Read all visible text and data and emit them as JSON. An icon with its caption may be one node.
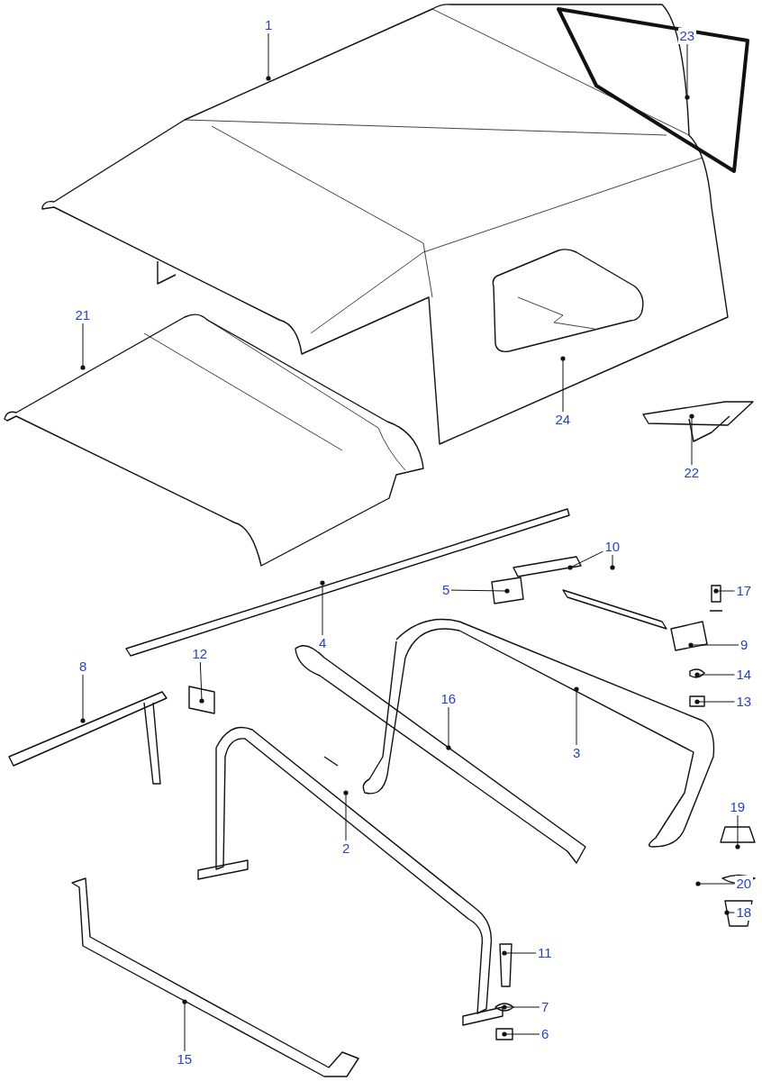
{
  "diagram": {
    "nodes": [
      {
        "text": [
          "1"
        ]
      },
      {
        "text": [
          "23"
        ]
      },
      {
        "text": [
          "21"
        ]
      },
      {
        "text": [
          "24"
        ]
      },
      {
        "text": [
          "22"
        ]
      },
      {
        "text": [
          "10"
        ]
      },
      {
        "text": [
          "5"
        ]
      },
      {
        "text": [
          "17"
        ]
      },
      {
        "text": [
          "4"
        ]
      },
      {
        "text": [
          "9"
        ]
      },
      {
        "text": [
          "12"
        ]
      },
      {
        "text": [
          "8"
        ]
      },
      {
        "text": [
          "14"
        ]
      },
      {
        "text": [
          "13"
        ]
      },
      {
        "text": [
          "16"
        ]
      },
      {
        "text": [
          "3"
        ]
      },
      {
        "text": [
          "19"
        ]
      },
      {
        "text": [
          "2"
        ]
      },
      {
        "text": [
          "20"
        ]
      },
      {
        "text": [
          "18"
        ]
      },
      {
        "text": [
          "11"
        ]
      },
      {
        "text": [
          "7"
        ]
      },
      {
        "text": [
          "6"
        ]
      },
      {
        "text": [
          "15"
        ]
      }
    ],
    "edges": [
      {
        "from": 0,
        "to": null,
        "arrow": "other"
      },
      {
        "from": 1,
        "to": null,
        "arrow": "other"
      },
      {
        "from": 2,
        "to": null,
        "arrow": "other"
      },
      {
        "from": 3,
        "to": null,
        "arrow": "other"
      },
      {
        "from": 4,
        "to": null,
        "arrow": "other"
      },
      {
        "from": 5,
        "to": null,
        "arrow": "other"
      },
      {
        "from": 5,
        "to": null,
        "arrow": "other"
      },
      {
        "from": 6,
        "to": null,
        "arrow": "other"
      },
      {
        "from": 7,
        "to": null,
        "arrow": "other"
      },
      {
        "from": 8,
        "to": null,
        "arrow": "other"
      },
      {
        "from": 9,
        "to": null,
        "arrow": "other"
      },
      {
        "from": 10,
        "to": null,
        "arrow": "other"
      },
      {
        "from": 11,
        "to": null,
        "arrow": "other"
      },
      {
        "from": 12,
        "to": null,
        "arrow": "other"
      },
      {
        "from": 13,
        "to": null,
        "arrow": "other"
      },
      {
        "from": 14,
        "to": null,
        "arrow": "other"
      },
      {
        "from": 15,
        "to": null,
        "arrow": "other"
      },
      {
        "from": 16,
        "to": null,
        "arrow": "other"
      },
      {
        "from": 17,
        "to": null,
        "arrow": "other"
      },
      {
        "from": 18,
        "to": null,
        "arrow": "other"
      },
      {
        "from": 19,
        "to": null,
        "arrow": "other"
      },
      {
        "from": 20,
        "to": null,
        "arrow": "other"
      },
      {
        "from": 21,
        "to": null,
        "arrow": "other"
      },
      {
        "from": 22,
        "to": null,
        "arrow": "other"
      },
      {
        "from": 23,
        "to": null,
        "arrow": "other"
      }
    ]
  }
}
